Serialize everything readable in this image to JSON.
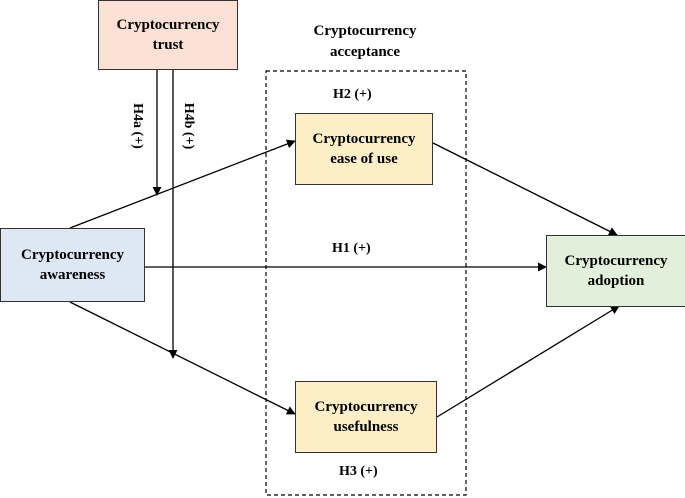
{
  "colors": {
    "trust_fill": "#fbe0d6",
    "awareness_fill": "#dde8f4",
    "ease_fill": "#fcefc8",
    "usefulness_fill": "#fcefc8",
    "adoption_fill": "#e2efda",
    "line": "#000000"
  },
  "group": {
    "title_line1": "Cryptocurrency",
    "title_line2": "acceptance"
  },
  "nodes": {
    "trust": {
      "line1": "Cryptocurrency",
      "line2": "trust"
    },
    "awareness": {
      "line1": "Cryptocurrency",
      "line2": "awareness"
    },
    "ease_of_use": {
      "line1": "Cryptocurrency",
      "line2": "ease of use"
    },
    "usefulness": {
      "line1": "Cryptocurrency",
      "line2": "usefulness"
    },
    "adoption": {
      "line1": "Cryptocurrency",
      "line2": "adoption"
    }
  },
  "hypotheses": {
    "h1": "H1 (+)",
    "h2": "H2 (+)",
    "h3": "H3 (+)",
    "h4a": "H4a (+)",
    "h4b": "H4b (+)"
  }
}
